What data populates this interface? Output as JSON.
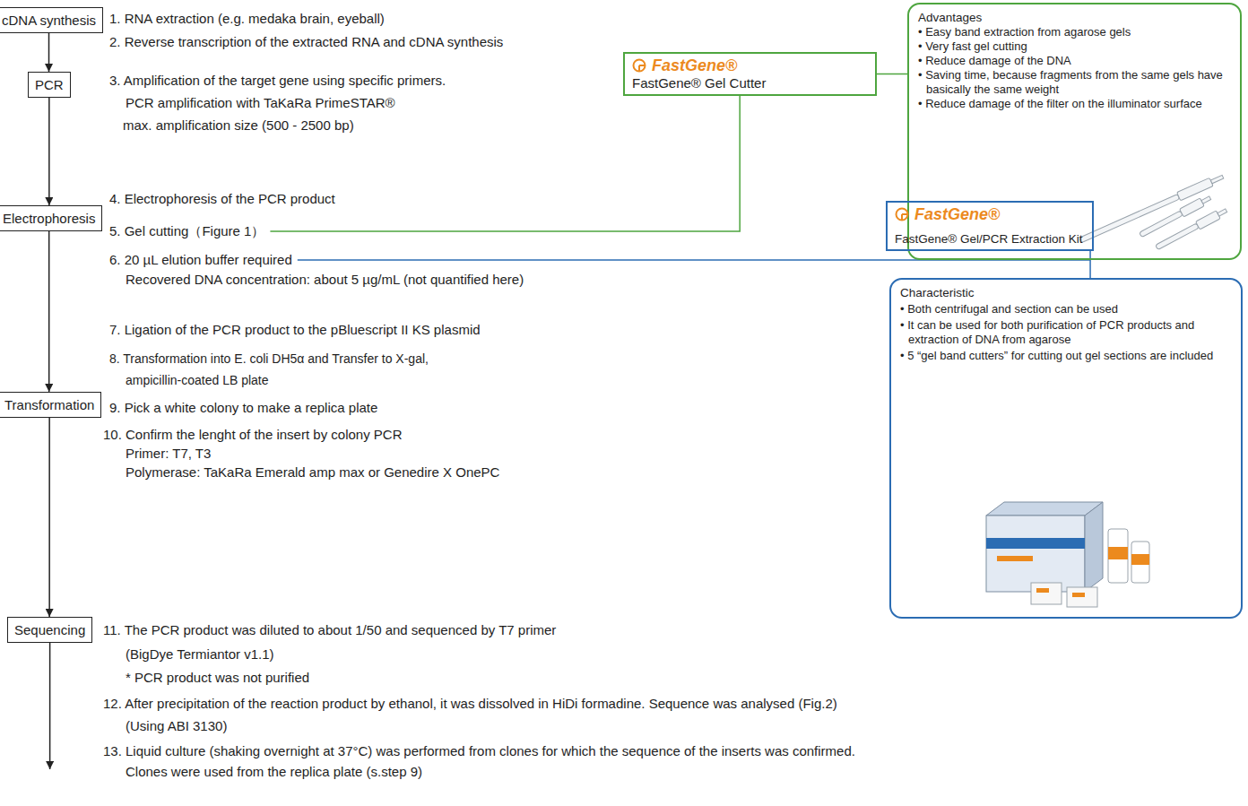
{
  "diagram": {
    "nodes": [
      {
        "text": [
          "cDNA synthesis"
        ]
      },
      {
        "text": [
          "PCR"
        ]
      },
      {
        "text": [
          "Electrophoresis"
        ]
      },
      {
        "text": [
          "Transformation"
        ]
      },
      {
        "text": [
          "Sequencing"
        ]
      },
      {
        "text": [
          "FastGene®",
          "FastGene® Gel Cutter"
        ]
      },
      {
        "text": [
          "Advantages",
          "• Easy band extraction from agarose gels",
          "• Very fast gel cutting",
          "• Reduce damage of the DNA",
          "• Saving time, because fragments from the same gels have basically the same weight",
          "• Reduce damage of the filter on the illuminator surface"
        ]
      },
      {
        "text": [
          "FastGene®",
          "FastGene® Gel/PCR Extraction Kit"
        ]
      },
      {
        "text": [
          "Characteristic",
          "• Both centrifugal and section can be used",
          "• It can be used for both purification of PCR products and extraction of DNA from agarose",
          "• 5 “gel band cutters” for cutting out gel sections are included"
        ]
      }
    ],
    "edges": [
      {
        "from": 0,
        "to": 1,
        "arrow": "to"
      },
      {
        "from": 1,
        "to": 2,
        "arrow": "to"
      },
      {
        "from": 2,
        "to": 3,
        "arrow": "to"
      },
      {
        "from": 3,
        "to": 4,
        "arrow": "to"
      },
      {
        "from": 5,
        "to": 6,
        "arrow": "none"
      },
      {
        "from": 7,
        "to": 8,
        "arrow": "none"
      }
    ],
    "labels": [
      "1. RNA extraction (e.g. medaka brain, eyeball)",
      "2. Reverse transcription of the extracted RNA and cDNA synthesis",
      "3. Amplification of the target gene using specific primers.",
      "PCR amplification with TaKaRa PrimeSTAR®",
      "max. amplification size (500 - 2500 bp)",
      "4. Electrophoresis of the PCR product",
      "5. Gel cutting（Figure 1）",
      "6. 20 µL elution buffer required",
      "Recovered DNA concentration: about 5 µg/mL (not quantified here)",
      "7. Ligation of the PCR product to the pBluescript II KS plasmid",
      "8. Transformation into E. coli DH5α and Transfer to X-gal,",
      "ampicillin-coated LB plate",
      "9. Pick a white colony to make a replica plate",
      "10. Confirm the lenght of the insert by colony PCR",
      "Primer: T7, T3",
      "Polymerase: TaKaRa Emerald amp max or Genedire X OnePC",
      "11. The PCR product was diluted to about 1/50 and sequenced by T7 primer",
      "(BigDye Termiantor v1.1)",
      "* PCR product was not purified",
      "12. After precipitation of the reaction product by ethanol, it was dissolved in HiDi formadine. Sequence was analysed (Fig.2)",
      "(Using ABI 3130)",
      "13. Liquid culture (shaking overnight at 37°C) was performed from clones for which the sequence of the inserts was confirmed.",
      "Clones were used from the replica plate (s.step 9)"
    ]
  }
}
